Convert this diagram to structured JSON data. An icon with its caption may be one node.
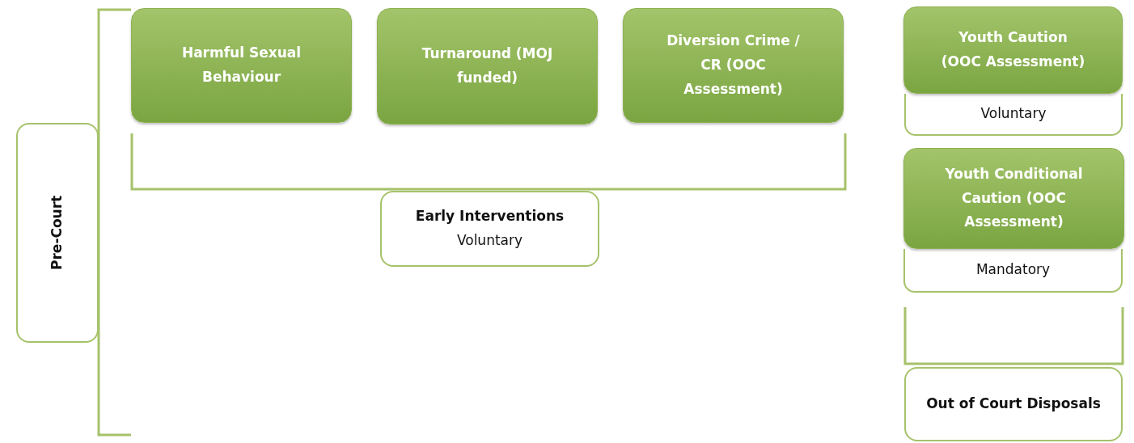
{
  "diagram": {
    "nodes": [
      {
        "text": [
          "Pre-Court"
        ]
      },
      {
        "text": [
          "Harmful Sexual Behaviour"
        ]
      },
      {
        "text": [
          "Turnaround (MOJ funded)"
        ]
      },
      {
        "text": [
          "Diversion Crime / CR (OOC Assessment)"
        ]
      },
      {
        "text": [
          "Early Interventions",
          "Voluntary"
        ]
      },
      {
        "text": [
          "Voluntary"
        ]
      },
      {
        "text": [
          "Youth Caution (OOC Assessment)"
        ]
      },
      {
        "text": [
          "Mandatory"
        ]
      },
      {
        "text": [
          "Youth Conditional Caution (OOC Assessment)"
        ]
      },
      {
        "text": [
          "Out of Court Disposals"
        ]
      }
    ]
  }
}
